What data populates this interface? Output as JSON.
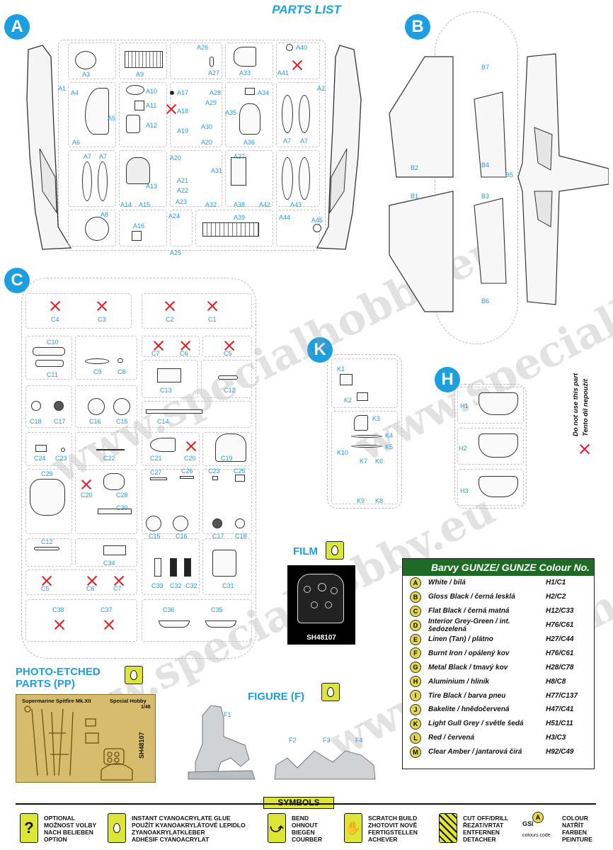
{
  "title": "PARTS LIST",
  "sections": {
    "a": "A",
    "b": "B",
    "c": "C",
    "k": "K",
    "h": "H"
  },
  "labels_a": [
    "A1",
    "A2",
    "A3",
    "A4",
    "A5",
    "A6",
    "A7",
    "A7",
    "A7",
    "A7",
    "A8",
    "A9",
    "A10",
    "A11",
    "A12",
    "A13",
    "A14",
    "A15",
    "A16",
    "A17",
    "A18",
    "A19",
    "A20",
    "A20",
    "A21",
    "A22",
    "A23",
    "A24",
    "A25",
    "A26",
    "A27",
    "A28",
    "A29",
    "A30",
    "A31",
    "A32",
    "A33",
    "A34",
    "A35",
    "A36",
    "A37",
    "A38",
    "A39",
    "A40",
    "A41",
    "A42",
    "A43",
    "A44",
    "A45"
  ],
  "labels_b": [
    "B1",
    "B2",
    "B3",
    "B4",
    "B5",
    "B6",
    "B7"
  ],
  "labels_c": [
    "C4",
    "C3",
    "C2",
    "C1",
    "C10",
    "C11",
    "C9",
    "C8",
    "C7",
    "C6",
    "C5",
    "C13",
    "C12",
    "C18",
    "C17",
    "C16",
    "C15",
    "C14",
    "C24",
    "C23",
    "C22",
    "C21",
    "C20",
    "C19",
    "C29",
    "C20",
    "C28",
    "C27",
    "C26",
    "C23",
    "C25",
    "C30",
    "C15",
    "C16",
    "C17",
    "C18",
    "C12",
    "C34",
    "C33",
    "C32",
    "C32",
    "C31",
    "C5",
    "C6",
    "C7",
    "C38",
    "C37",
    "C36",
    "C35"
  ],
  "labels_k": [
    "K1",
    "K2",
    "K3",
    "K4",
    "K5",
    "K10",
    "K7",
    "K6",
    "K9",
    "K8"
  ],
  "labels_h": [
    "H1",
    "H2",
    "H3"
  ],
  "do_not_use": {
    "en": "Do not use this part",
    "cz": "Tento díl nepoužít"
  },
  "film": {
    "title": "FILM",
    "code": "SH48107"
  },
  "photo_etched": {
    "title_line1": "PHOTO-ETCHED",
    "title_line2": "PARTS (PP)",
    "fret_name": "Supermarine Spitfire Mk.XII",
    "fret_brand": "Special Hobby",
    "fret_scale": "1/48",
    "fret_code": "SH48107"
  },
  "figure": {
    "title": "FIGURE (F)",
    "labels": [
      "F1",
      "F2",
      "F3",
      "F4"
    ]
  },
  "watermark": "www.specialhobby.eu",
  "colour_table": {
    "title": "Barvy GUNZE/ GUNZE Colour No.",
    "rows": [
      {
        "letter": "A",
        "name": "White / bílá",
        "code": "H1/C1"
      },
      {
        "letter": "B",
        "name": "Gloss Black / černá lesklá",
        "code": "H2/C2"
      },
      {
        "letter": "C",
        "name": "Flat Black / černá matná",
        "code": "H12/C33"
      },
      {
        "letter": "D",
        "name": "Interior Grey-Green / int. šedozelená",
        "code": "H76/C61"
      },
      {
        "letter": "E",
        "name": "Linen (Tan) / plátno",
        "code": "H27/C44"
      },
      {
        "letter": "F",
        "name": "Burnt Iron / opálený kov",
        "code": "H76/C61"
      },
      {
        "letter": "G",
        "name": "Metal Black / tmavý kov",
        "code": "H28/C78"
      },
      {
        "letter": "H",
        "name": "Aluminium / hliník",
        "code": "H8/C8"
      },
      {
        "letter": "I",
        "name": "Tire Black / barva pneu",
        "code": "H77/C137"
      },
      {
        "letter": "J",
        "name": "Bakelite / hnědočervená",
        "code": "H47/C41"
      },
      {
        "letter": "K",
        "name": "Light Gull Grey / světle šedá",
        "code": "H51/C11"
      },
      {
        "letter": "L",
        "name": "Red / červená",
        "code": "H3/C3"
      },
      {
        "letter": "M",
        "name": "Clear Amber / jantarová čirá",
        "code": "H92/C49"
      }
    ]
  },
  "symbols": {
    "title": "SYMBOLS",
    "items": [
      {
        "lines": [
          "OPTIONAL",
          "MOŽNOST VOLBY",
          "NACH BELIEBEN",
          "OPTION"
        ]
      },
      {
        "lines": [
          "INSTANT CYANOACRYLATE GLUE",
          "POUŽÍT KYANOAKRYLÁTOVÉ LEPIDLO",
          "ZYANOAKRYLATKLEBER",
          "ADHÉSIF CYANOACRYLAT"
        ]
      },
      {
        "lines": [
          "BEND",
          "OHNOUT",
          "BIEGEN",
          "COURBER"
        ]
      },
      {
        "lines": [
          "SCRATCH BUILD",
          "ZHOTOVIT NOVĚ",
          "FERTIGSTELLEN",
          "ACHEVER"
        ]
      },
      {
        "lines": [
          "CUT OFF/DRILL",
          "ŘEZAT/VRTAT",
          "ENTFERNEN",
          "DETACHER"
        ]
      }
    ],
    "gsi_label": "GSI",
    "gsi_sub": "colours code",
    "colour_lines": [
      "COLOUR",
      "NATŘÍT",
      "FARBEN",
      "PEINTURE"
    ]
  },
  "colors": {
    "accent_blue": "#1a9fe0",
    "cross_red": "#e21b23",
    "table_green": "#1f6a24",
    "symbol_yellow": "#dde636"
  }
}
